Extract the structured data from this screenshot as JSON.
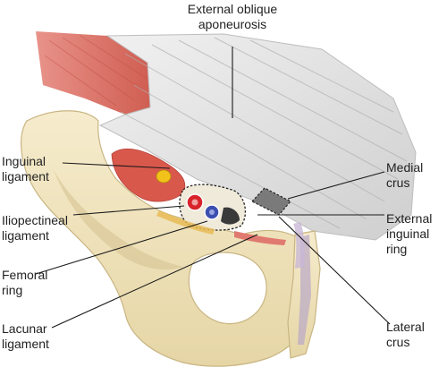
{
  "labels": {
    "external_oblique": [
      "External oblique",
      "aponeurosis"
    ],
    "inguinal_ligament": [
      "Inguinal",
      "ligament"
    ],
    "iliopectineal_ligament": [
      "Iliopectineal",
      "ligament"
    ],
    "femoral_ring": [
      "Femoral",
      "ring"
    ],
    "lacunar_ligament": [
      "Lacunar",
      "ligament"
    ],
    "medial_crus": [
      "Medial",
      "crus"
    ],
    "external_inguinal_ring": [
      "External",
      "inguinal",
      "ring"
    ],
    "lateral_crus": [
      "Lateral",
      "crus"
    ]
  },
  "colors": {
    "bone": "#efe3bf",
    "bone_shadow": "#cbb888",
    "muscle": "#d86a5c",
    "aponeurosis": "#dcdcdc",
    "artery": "#d8232a",
    "vein": "#3b4fb0",
    "nerve": "#f2c21b",
    "leader_line": "#1a1a1a"
  }
}
